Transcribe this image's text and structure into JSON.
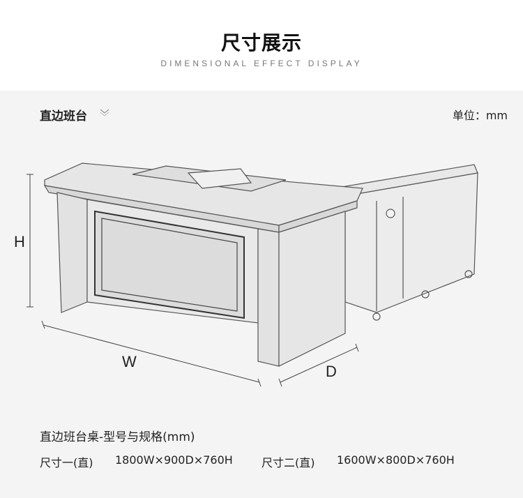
{
  "header": {
    "title": "尺寸展示",
    "subtitle": "DIMENSIONAL EFFECT DISPLAY"
  },
  "product": {
    "name": "直边班台",
    "unit": "单位：mm"
  },
  "dimensions": {
    "height_label": "H",
    "width_label": "W",
    "depth_label": "D"
  },
  "specs": {
    "title": "直边班台桌-型号与规格(mm)",
    "size1_label": "尺寸一(直)",
    "size1_value": "1800W×900D×760H",
    "size2_label": "尺寸二(直)",
    "size2_value": "1600W×800D×760H"
  },
  "colors": {
    "panel_bg": "#f4f4f4",
    "line": "#555555"
  }
}
